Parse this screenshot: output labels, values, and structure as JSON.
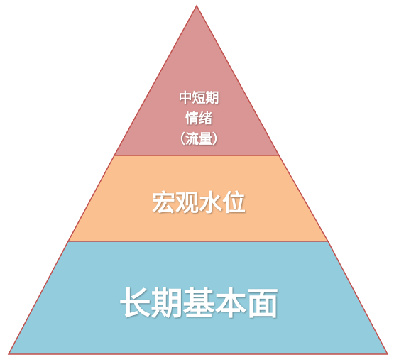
{
  "pyramid": {
    "top_tier": {
      "lines": [
        "中短期",
        "情绪",
        "（流量）"
      ],
      "color": "#D99694"
    },
    "middle_tier": {
      "label": "宏观水位",
      "color": "#FAC090"
    },
    "bottom_tier": {
      "label": "长期基本面",
      "color": "#93CDDD"
    },
    "outline_color": "#C0504D"
  }
}
